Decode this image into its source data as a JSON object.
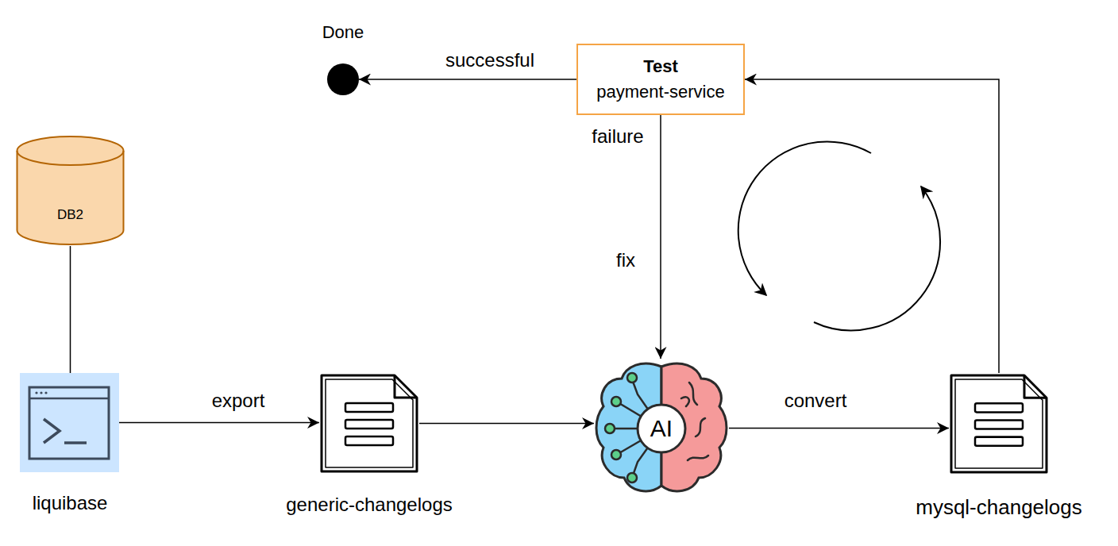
{
  "diagram": {
    "nodes": [
      {
        "text": [
          "Done"
        ]
      },
      {
        "text": [
          "Test",
          "payment-service"
        ]
      },
      {
        "text": [
          "DB2"
        ]
      },
      {
        "text": [
          "liquibase"
        ]
      },
      {
        "text": [
          "generic-changelogs"
        ]
      },
      {
        "text": [
          "AI"
        ]
      },
      {
        "text": [
          "mysql-changelogs"
        ]
      }
    ],
    "edges": [
      {
        "from": 2,
        "to": 3,
        "arrow": "none"
      },
      {
        "from": 3,
        "to": 4,
        "label": "export",
        "arrow": "to"
      },
      {
        "from": 4,
        "to": 5,
        "arrow": "to"
      },
      {
        "from": 5,
        "to": 6,
        "label": "convert",
        "arrow": "to"
      },
      {
        "from": 6,
        "to": 1,
        "arrow": "to"
      },
      {
        "from": 1,
        "to": 0,
        "label": "successful",
        "arrow": "to"
      },
      {
        "from": 1,
        "to": 5,
        "label": "fix",
        "arrow": "to"
      }
    ],
    "labels": [
      "failure"
    ]
  }
}
